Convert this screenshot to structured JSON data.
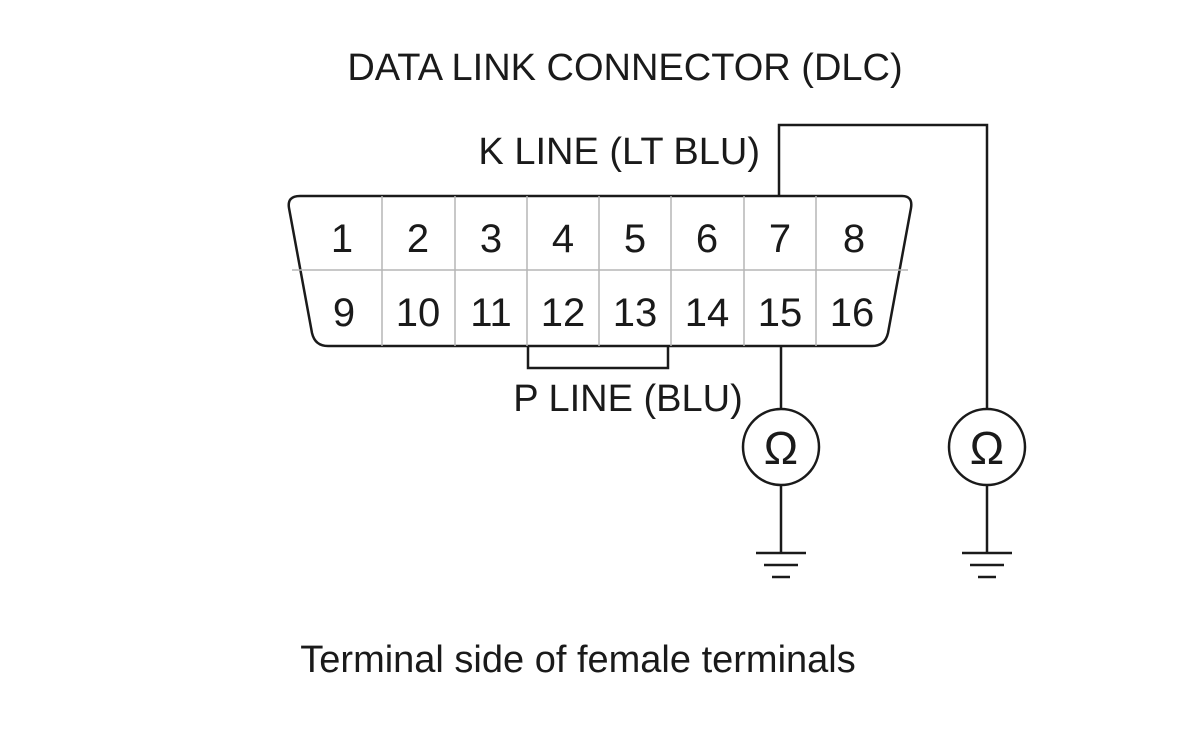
{
  "title": "DATA LINK CONNECTOR (DLC)",
  "caption": "Terminal side of female terminals",
  "k_line_label": "K LINE (LT BLU)",
  "p_line_label": "P LINE (BLU)",
  "connector": {
    "top_row": [
      "1",
      "2",
      "3",
      "4",
      "5",
      "6",
      "7",
      "8"
    ],
    "bottom_row": [
      "9",
      "10",
      "11",
      "12",
      "13",
      "14",
      "15",
      "16"
    ]
  },
  "meter_symbol": "Ω",
  "colors": {
    "line": "#1a1a1a",
    "grid": "#b5b5b5",
    "background": "#ffffff"
  }
}
